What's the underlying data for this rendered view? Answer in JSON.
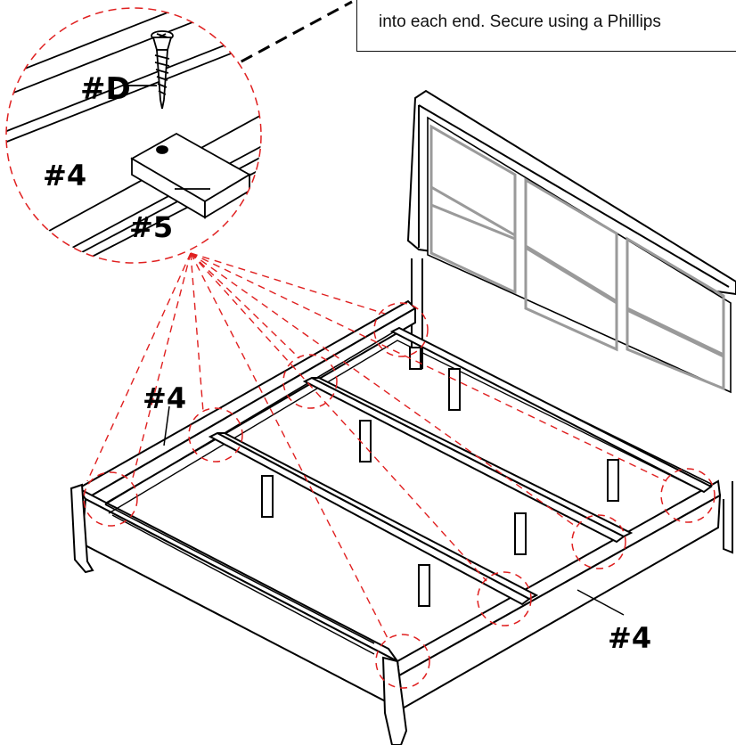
{
  "instruction": {
    "text": "into each end. Secure using a Phillips"
  },
  "labels": {
    "screw": "#D",
    "rail_detail": "#4",
    "slat_detail": "#5",
    "rail_left": "#4",
    "rail_right": "#4"
  }
}
